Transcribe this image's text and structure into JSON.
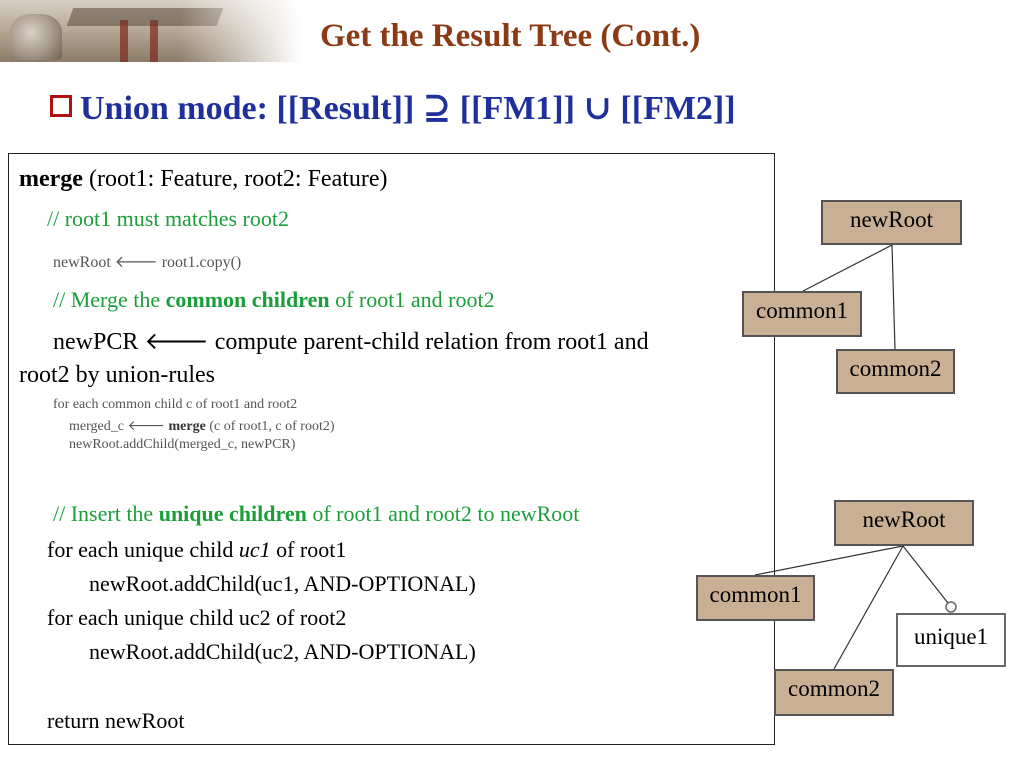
{
  "slide": {
    "title": "Get the Result Tree (Cont.)",
    "subtitle": "Union mode: [[Result]] ⊇ [[FM1]] ∪ [[FM2]]"
  },
  "code": {
    "sig_keyword": "merge",
    "sig_rest": " (root1: Feature, root2: Feature)",
    "comment_match": "// root1 must matches root2",
    "copy_line": "newRoot  root1.copy()",
    "comment_common_pre": "// Merge the ",
    "comment_common_bold": "common children",
    "comment_common_post": " of root1 and root2",
    "pcr_pre": "newPCR ",
    "pcr_post": " compute parent-child relation from root1 and",
    "pcr_wrap": "root2 by union-rules",
    "foreach_common": "for each common child c of root1 and root2",
    "merged_pre": "merged_c ",
    "merged_kw": "merge",
    "merged_post": " (c of root1, c of root2)",
    "addchild_merged": "newRoot.addChild(merged_c, newPCR)",
    "comment_unique_pre": "// Insert the ",
    "comment_unique_bold": "unique children",
    "comment_unique_post": " of root1 and root2 to newRoot",
    "foreach_uc1_pre": "for each unique child ",
    "foreach_uc1_var": "uc1",
    "foreach_uc1_post": " of root1",
    "addchild_uc1": "newRoot.addChild(uc1, AND-OPTIONAL)",
    "foreach_uc2": "for each unique child uc2 of root2",
    "addchild_uc2": "newRoot.addChild(uc2, AND-OPTIONAL)",
    "return_line": "return newRoot",
    "arrow_glyph": "🡐"
  },
  "tree1": {
    "root": "newRoot",
    "child1": "common1",
    "child2": "common2"
  },
  "tree2": {
    "root": "newRoot",
    "child1": "common1",
    "child2": "common2",
    "child3": "unique1"
  },
  "colors": {
    "title": "#8b3a16",
    "subtitle": "#1f2f9c",
    "comment": "#1a9e3a",
    "node_fill": "#c9b095"
  }
}
